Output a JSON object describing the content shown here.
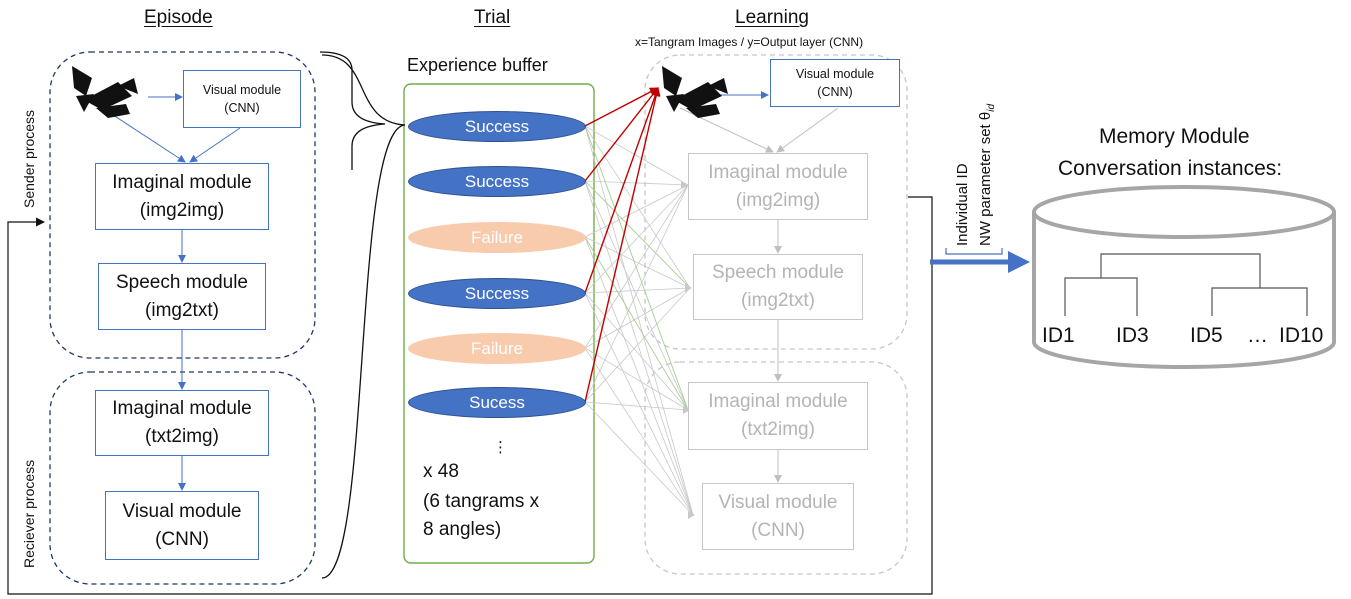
{
  "headers": {
    "episode": "Episode",
    "trial": "Trial",
    "learning": "Learning"
  },
  "learning_caption": "x=Tangram Images / y=Output layer (CNN)",
  "sender_process_label": "Sender process",
  "receiver_process_label": "Reciever process",
  "episode": {
    "visual_top": {
      "line1": "Visual module",
      "line2": "(CNN)"
    },
    "imaginal_sender": {
      "line1": "Imaginal module",
      "line2": "(img2img)"
    },
    "speech": {
      "line1": "Speech module",
      "line2": "(img2txt)"
    },
    "imaginal_receiver": {
      "line1": "Imaginal module",
      "line2": "(txt2img)"
    },
    "visual_bottom": {
      "line1": "Visual module",
      "line2": "(CNN)"
    }
  },
  "buffer": {
    "title": "Experience buffer",
    "items": [
      "Success",
      "Success",
      "Failure",
      "Success",
      "Failure",
      "Sucess"
    ],
    "ellipsis": "⋮",
    "count": "x 48",
    "note1": "(6 tangrams x",
    "note2": "8 angles)"
  },
  "learning": {
    "visual_top": {
      "line1": "Visual module",
      "line2": "(CNN)"
    },
    "imaginal_sender": {
      "line1": "Imaginal module",
      "line2": "(img2img)"
    },
    "speech": {
      "line1": "Speech module",
      "line2": "(img2txt)"
    },
    "imaginal_receiver": {
      "line1": "Imaginal module",
      "line2": "(txt2img)"
    },
    "visual_bottom": {
      "line1": "Visual module",
      "line2": "(CNN)"
    }
  },
  "transfer": {
    "line1": "Individual ID",
    "line2": "NW parameter set θ",
    "subscript": "id"
  },
  "memory": {
    "title1": "Memory Module",
    "title2": "Conversation instances:",
    "ids": [
      "ID1",
      "ID3",
      "ID5",
      "…",
      "ID10"
    ]
  },
  "colors": {
    "accent": "#4472c4",
    "success": "#4472c4",
    "failure": "#f8cbad",
    "buffer_border": "#70ad47",
    "red_link": "#c00000",
    "gray": "#bfbfbf"
  }
}
